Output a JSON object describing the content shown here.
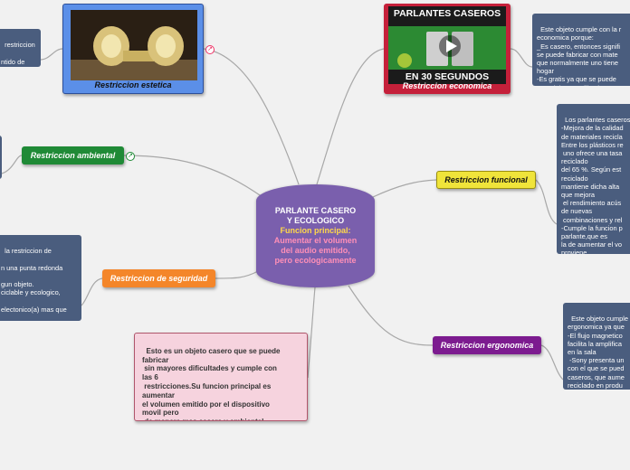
{
  "center": {
    "title": "PARLANTE CASERO\nY ECOLOGICO",
    "subtitle": "Funcion principal:",
    "description": "Aumentar el volumen\ndel audio emitido,\npero ecologicamente"
  },
  "topics": {
    "estetica": "Restriccion estetica",
    "economica": "Restriccion economica",
    "ambiental": "Restriccion ambiental",
    "funcional": "Restriccion funcional",
    "seguridad": "Restriccion de seguridad",
    "ergonomica": "Restriccion ergonomica"
  },
  "video": {
    "title": "PARLANTES CASEROS",
    "subtitle": "EN 30 SEGUNDOS"
  },
  "notes": {
    "estetica_left": "restriccion\n\nntido de\nprefieras",
    "economica": "Este objeto cumple con la r\neconomica porque:\n_Es casero, entonces signifi\nse puede fabricar con mate\nque normalmente uno tiene\nhogar\n-Es gratis ya que se puede\nmateriales ya utilizados en",
    "funcional": "Los parlantes caseros\n-Mejora de la calidad\nde materiales recicla\nEntre los plásticos re\n uno ofrece una tasa\nreciclado\ndel 65 %. Según est\nreciclado\nmantiene dicha alta\nque mejora\n el rendimiento acús\nde nuevas\n combinaciones y rel\n-Cumple la funcion p\nparlante,que es\nla de aumentar el vo\nproviene\nde un dispositivo",
    "seguridad_left": "la restriccion de\n\nn una punta redonda\n\ngun objeto.\nciclable y ecologico,\n\nelectonico(a) mas que",
    "ergonomica": "Este objeto cumple\nergonomica ya que\n-El flujo magnetico\nfacilita la amplifica\nen la sala\n -Sony presenta un\ncon el que se pued\ncaseros, que aume\nreciclado en produ\nsu sonido de alta c",
    "summary": "Esto es un objeto casero que se puede\nfabricar\n sin mayores dificultades y cumple con\nlas 6\n restricciones.Su funcion principal es\naumentar\nel volumen emitido por el dispositivo\nmovil pero\n de manera mas casera y ambiental."
  },
  "colors": {
    "background": "#f1f1f1",
    "center": "#7a5fad",
    "estetica": "#5b8fe8",
    "economica": "#c5203a",
    "ambiental": "#1f8a36",
    "funcional": "#f0e43a",
    "seguridad": "#f4862a",
    "ergonomica": "#7c1b8f",
    "summary": "#f6d3de",
    "note": "#4a5d7e",
    "link": "#a8a8a8"
  }
}
